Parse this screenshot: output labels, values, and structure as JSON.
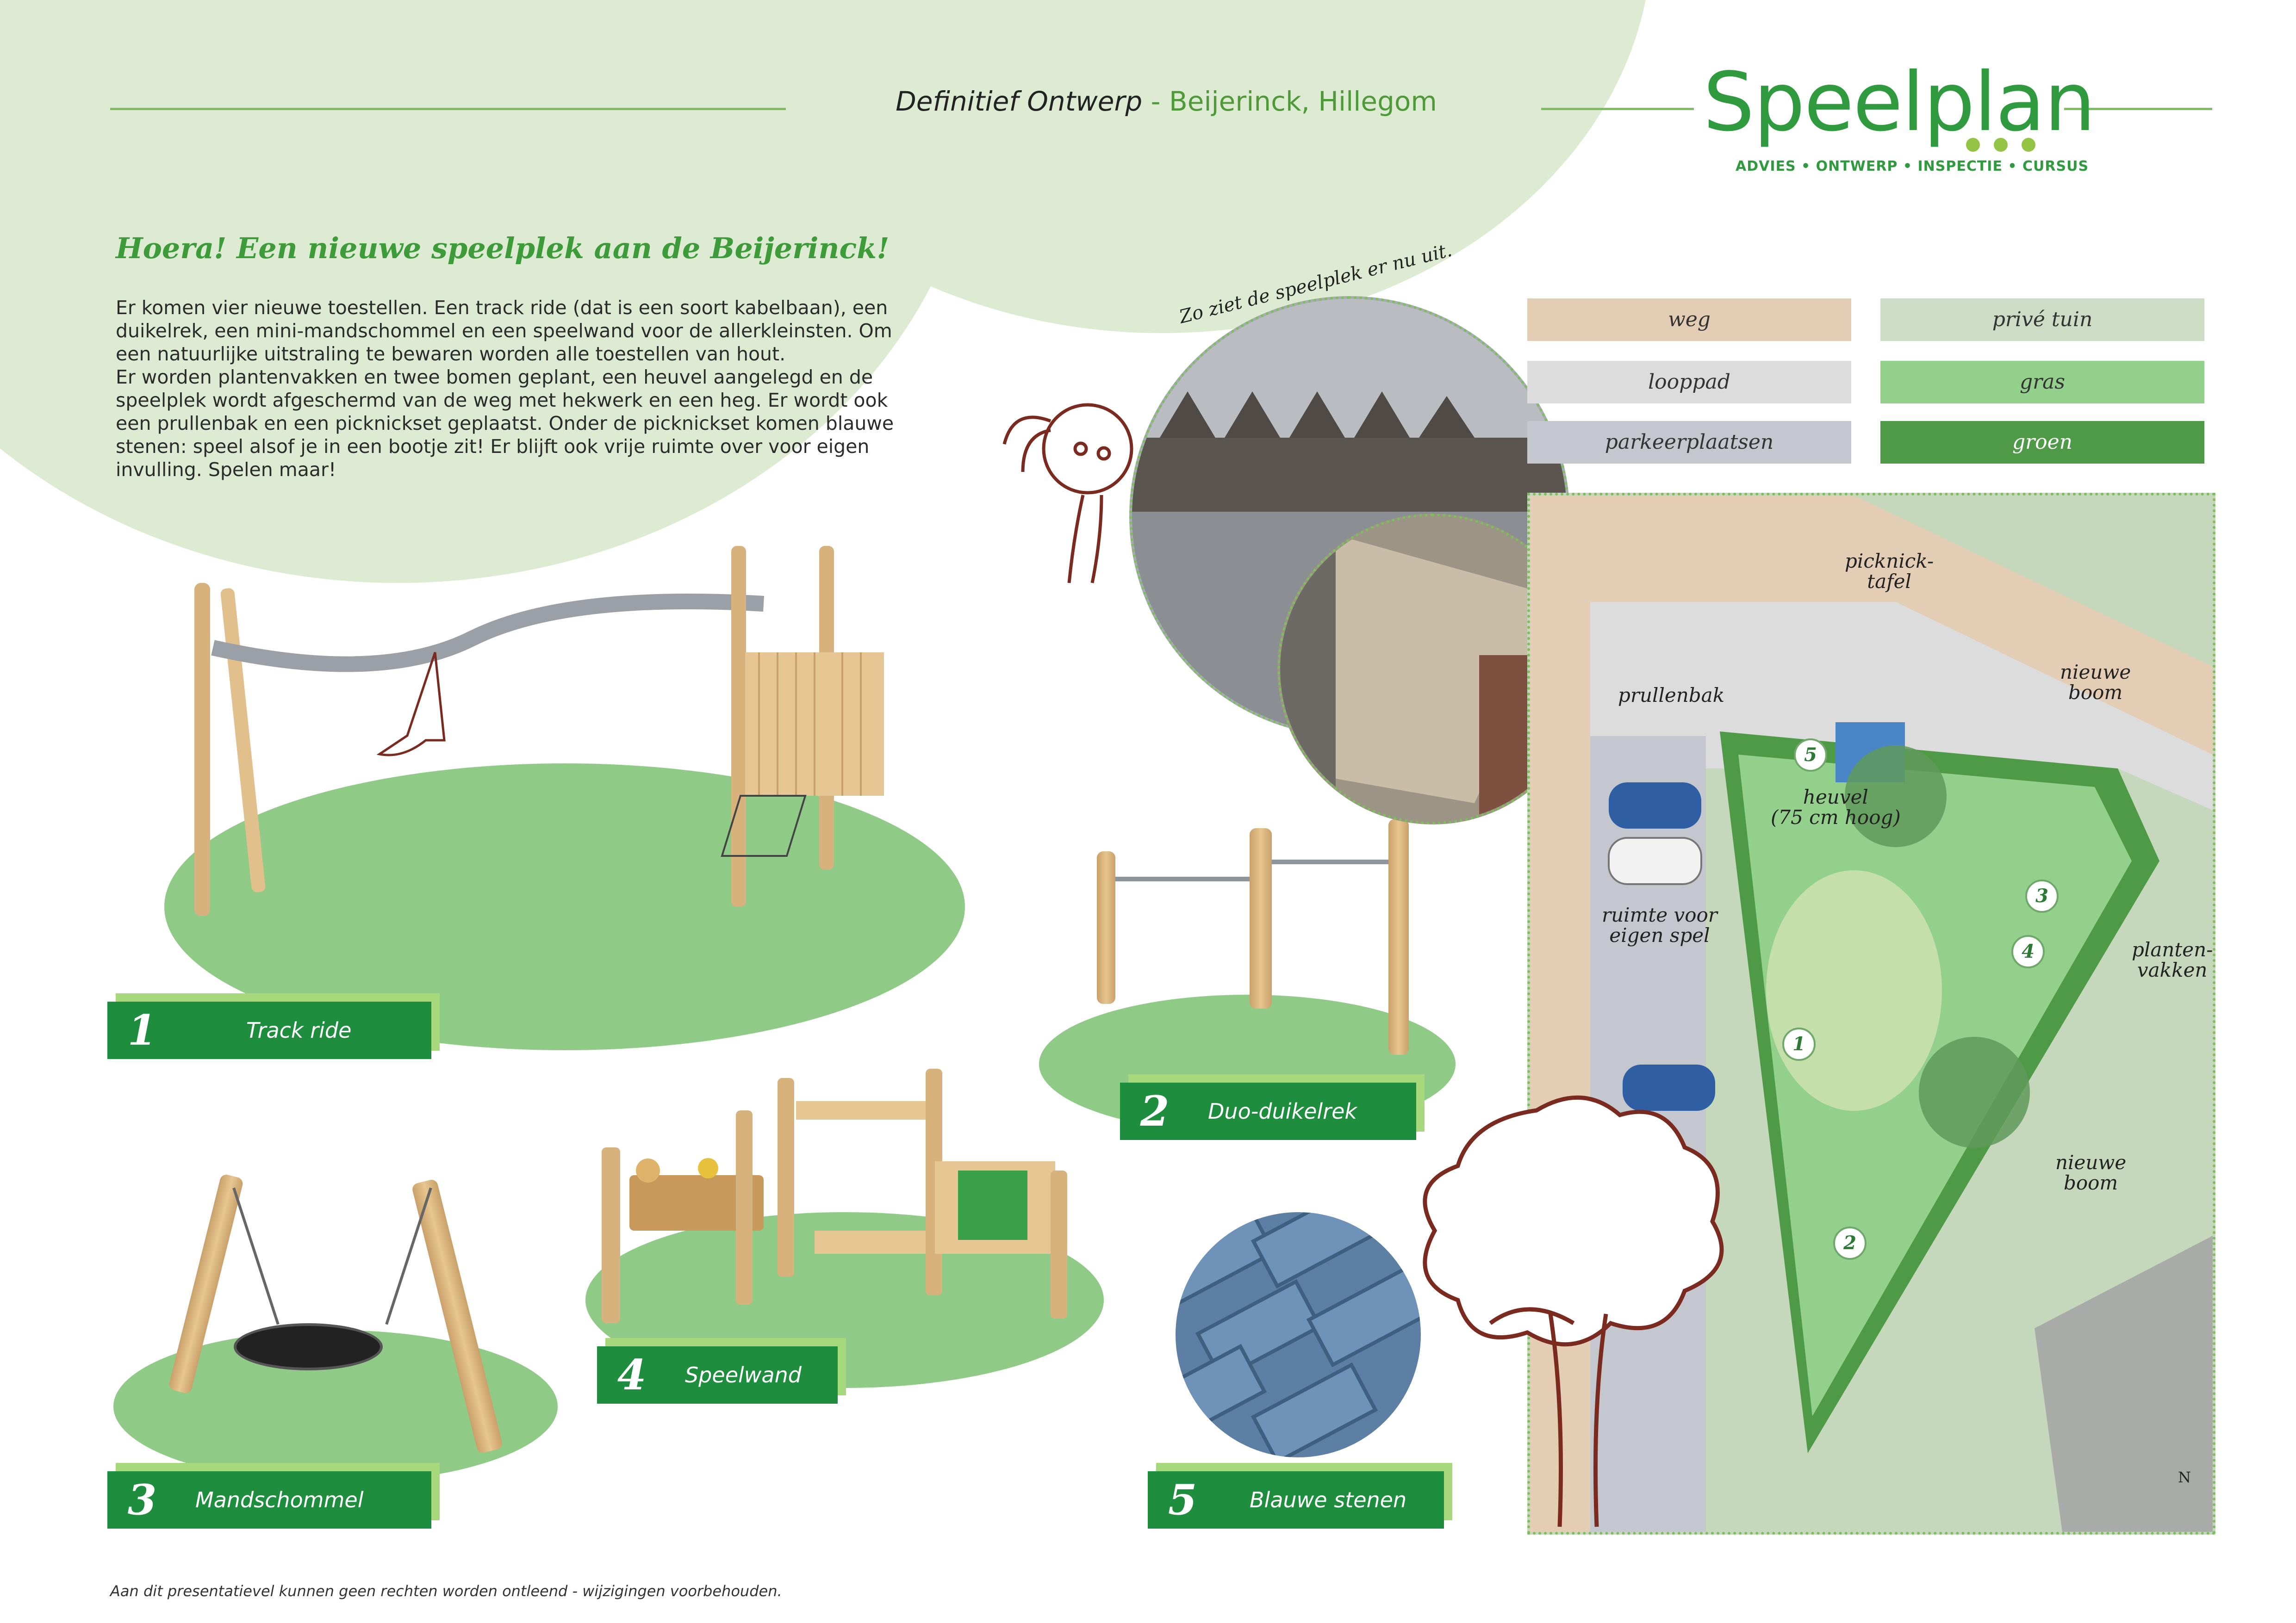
{
  "header": {
    "title": "Definitief Ontwerp",
    "separator": " - ",
    "subtitle": "Beijerinck, Hillegom"
  },
  "logo": {
    "word": "Speelplan",
    "tagline": "ADVIES • ONTWERP • INSPECTIE • CURSUS"
  },
  "intro": {
    "title": "Hoera! Een nieuwe speelplek aan de Beijerinck!",
    "paragraph1": "Er komen vier nieuwe toestellen. Een track ride (dat is een soort kabelbaan), een duikelrek, een mini-mandschommel en een speelwand voor de allerkleinsten. Om een natuurlijke uitstraling te bewaren worden alle toestellen van hout.",
    "paragraph2": "Er worden plantenvakken en twee bomen geplant, een heuvel aangelegd en de speelplek wordt afgeschermd van de weg met hekwerk en een heg. Er wordt ook een prullenbak en een picknickset geplaatst. Onder de picknickset komen blauwe stenen: speel alsof je in een bootje zit! Er blijft ook vrije ruimte over voor eigen invulling. Spelen maar!"
  },
  "items": [
    {
      "number": "1",
      "label": "Track ride"
    },
    {
      "number": "2",
      "label": "Duo-duikelrek"
    },
    {
      "number": "3",
      "label": "Mandschommel"
    },
    {
      "number": "4",
      "label": "Speelwand"
    },
    {
      "number": "5",
      "label": "Blauwe stenen"
    }
  ],
  "photo_caption": "Zo ziet de speelplek er nu uit.",
  "legend": [
    {
      "label": "weg",
      "color": "#e3cdb4"
    },
    {
      "label": "privé tuin",
      "color": "#cddcc4"
    },
    {
      "label": "looppad",
      "color": "#dcdcdc"
    },
    {
      "label": "gras",
      "color": "#93d08b"
    },
    {
      "label": "parkeerplaatsen",
      "color": "#c4c8ce"
    },
    {
      "label": "groen",
      "color": "#4f9a46"
    }
  ],
  "map_labels": {
    "picknick": "picknick-\ntafel",
    "prullenbak": "prullenbak",
    "boom_top": "nieuwe\nboom",
    "heuvel": "heuvel\n(75 cm hoog)",
    "ruimte": "ruimte voor\neigen spel",
    "planten": "planten-\nvakken",
    "boom_bottom": "nieuwe\nboom",
    "north": "N",
    "numbers": [
      "1",
      "2",
      "3",
      "4",
      "5"
    ]
  },
  "footer": "Aan dit presentatievel kunnen geen rechten worden ontleend - wijzigingen voorbehouden.",
  "colors": {
    "accent_green": "#1e8e3e",
    "light_green": "#8fcb87",
    "brand_green": "#2f9a3e"
  }
}
